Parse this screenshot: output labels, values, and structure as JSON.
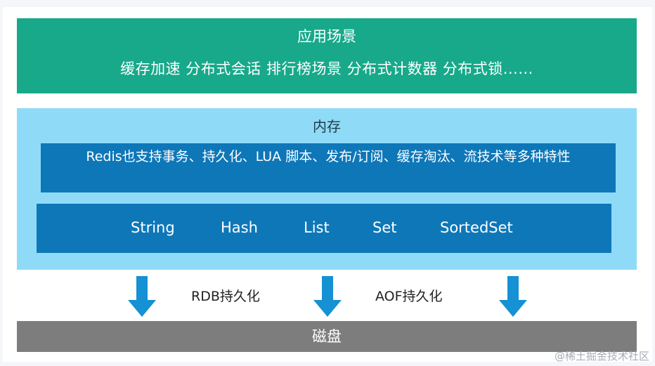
{
  "app_layer": {
    "title": "应用场景",
    "items": "缓存加速  分布式会话  排行榜场景  分布式计数器  分布式锁......"
  },
  "memory_layer": {
    "title": "内存",
    "features": "Redis也支持事务、持久化、LUA 脚本、发布/订阅、缓存淘汰、流技术等多种特性",
    "types": [
      "String",
      "Hash",
      "List",
      "Set",
      "SortedSet"
    ]
  },
  "persistence": {
    "rdb": "RDB持久化",
    "aof": "AOF持久化"
  },
  "disk_layer": {
    "title": "磁盘"
  },
  "watermark": "@稀土掘金技术社区",
  "colors": {
    "app_layer": "#17a98a",
    "memory_layer": "#8fdbf7",
    "inner_boxes": "#0e77b8",
    "arrows": "#1591d4",
    "disk_layer": "#7d7d7d"
  }
}
